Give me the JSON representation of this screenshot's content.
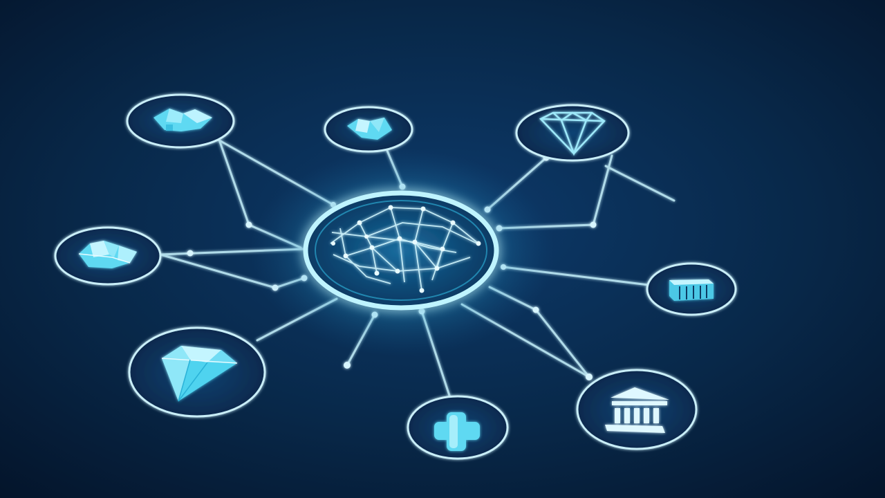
{
  "scene": {
    "description_tag": "network-graphic",
    "colors": {
      "background_center": "#0d3a6b",
      "background_edge": "#04142a",
      "line": "#bfeaf6",
      "glow": "#3fd6ff",
      "node_ring": "#c9eef8",
      "icon_fill": "#5fd9f2",
      "icon_light": "#bdf3ff",
      "hub_core": "#0a4d80"
    },
    "hub": {
      "icon": "globe-network-icon"
    },
    "nodes": [
      {
        "name": "top-left-node",
        "icon": "puzzle-cube-icon"
      },
      {
        "name": "top-center-node",
        "icon": "crystal-icon"
      },
      {
        "name": "top-right-node",
        "icon": "diamond-outline-icon"
      },
      {
        "name": "left-node",
        "icon": "gem-cluster-icon"
      },
      {
        "name": "right-node",
        "icon": "server-blocks-icon"
      },
      {
        "name": "bottom-left-node",
        "icon": "diamond-icon"
      },
      {
        "name": "bottom-center-node",
        "icon": "plus-icon"
      },
      {
        "name": "bottom-right-node",
        "icon": "bank-building-icon"
      }
    ]
  }
}
